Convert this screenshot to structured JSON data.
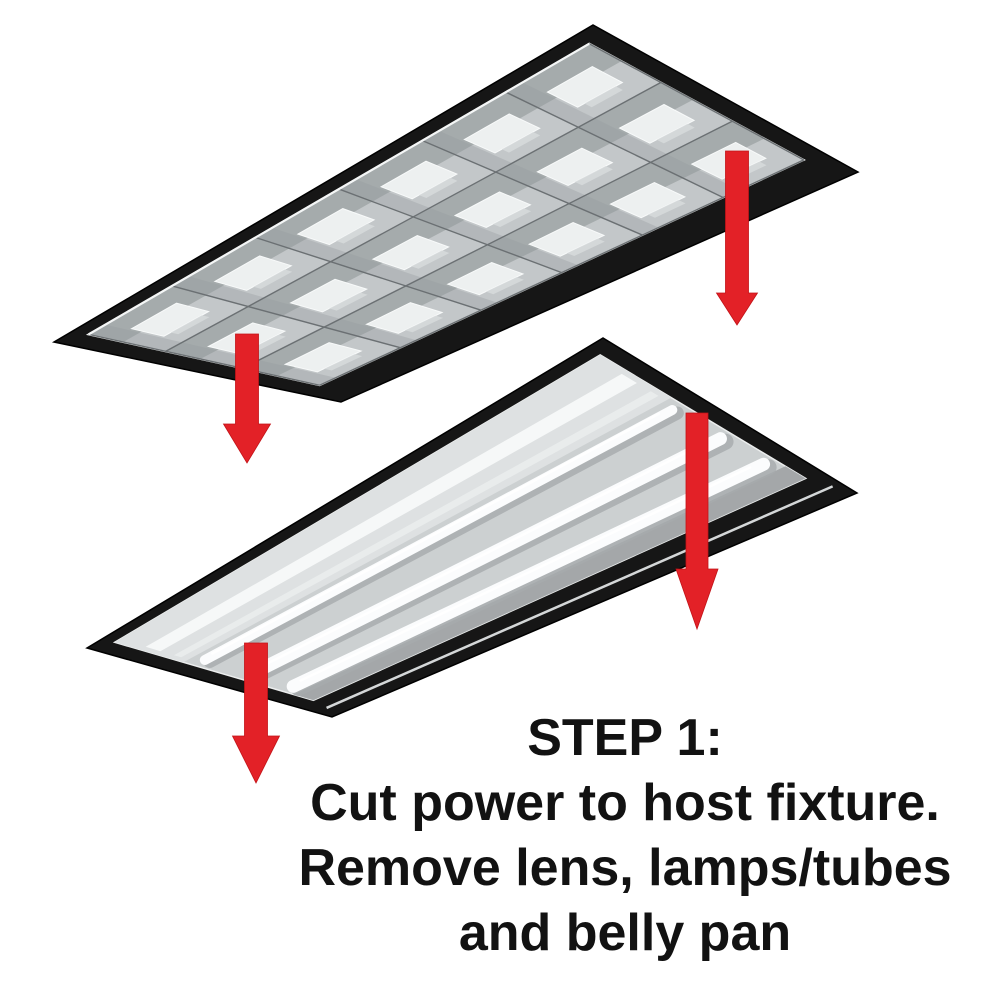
{
  "instruction": {
    "step_label": "STEP 1:",
    "line1": "Cut power to host fixture.",
    "line2": "Remove lens, lamps/tubes",
    "line3": "and belly pan"
  },
  "colors": {
    "background": "#ffffff",
    "arrow_red": "#e32127",
    "frame_black": "#161616",
    "louver_base": "#c3c7c9",
    "louver_far_wall": "#a2a7a9",
    "louver_aperture": "#edf0f0",
    "grid_seam": "#6b7073",
    "interior_lip": "#eceeee",
    "body_interior": "#ccd0d1",
    "far_panel": "#dee1e2",
    "ridge_white": "#f6f8f8",
    "tube_white": "#fbfcfd",
    "tube_shadow": "#a7abad",
    "near_shadow": "#9ca0a2",
    "text_black": "#121212"
  }
}
